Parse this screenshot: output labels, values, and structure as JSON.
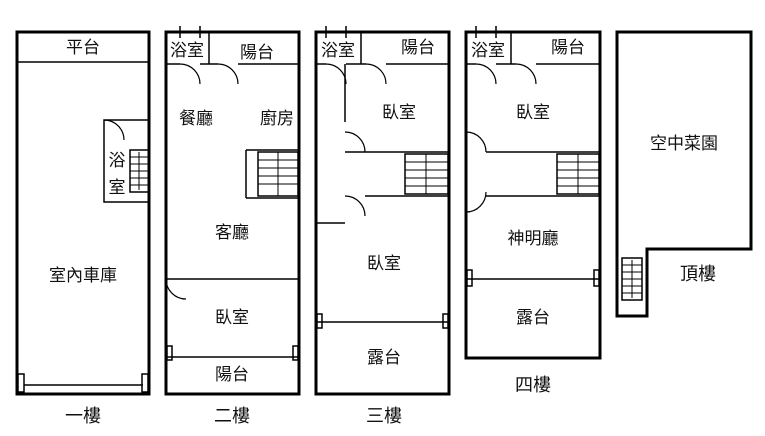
{
  "floors": {
    "f1": {
      "title": "一樓",
      "rooms": {
        "terrace": "平台",
        "garage": "室內車庫",
        "bath_top": "浴",
        "bath_bottom": "室"
      }
    },
    "f2": {
      "title": "二樓",
      "rooms": {
        "bath": "浴室",
        "balcony_top": "陽台",
        "dining": "餐廳",
        "kitchen": "廚房",
        "living": "客廳",
        "bedroom": "臥室",
        "balcony_bottom": "陽台"
      }
    },
    "f3": {
      "title": "三樓",
      "rooms": {
        "bath": "浴室",
        "balcony": "陽台",
        "bedroom_top": "臥室",
        "bedroom_bottom": "臥室",
        "terrace": "露台"
      }
    },
    "f4": {
      "title": "四樓",
      "rooms": {
        "bath": "浴室",
        "balcony": "陽台",
        "bedroom": "臥室",
        "shrine": "神明廳",
        "terrace": "露台"
      }
    },
    "roof": {
      "title": "頂樓",
      "rooms": {
        "garden": "空中菜園"
      }
    }
  }
}
